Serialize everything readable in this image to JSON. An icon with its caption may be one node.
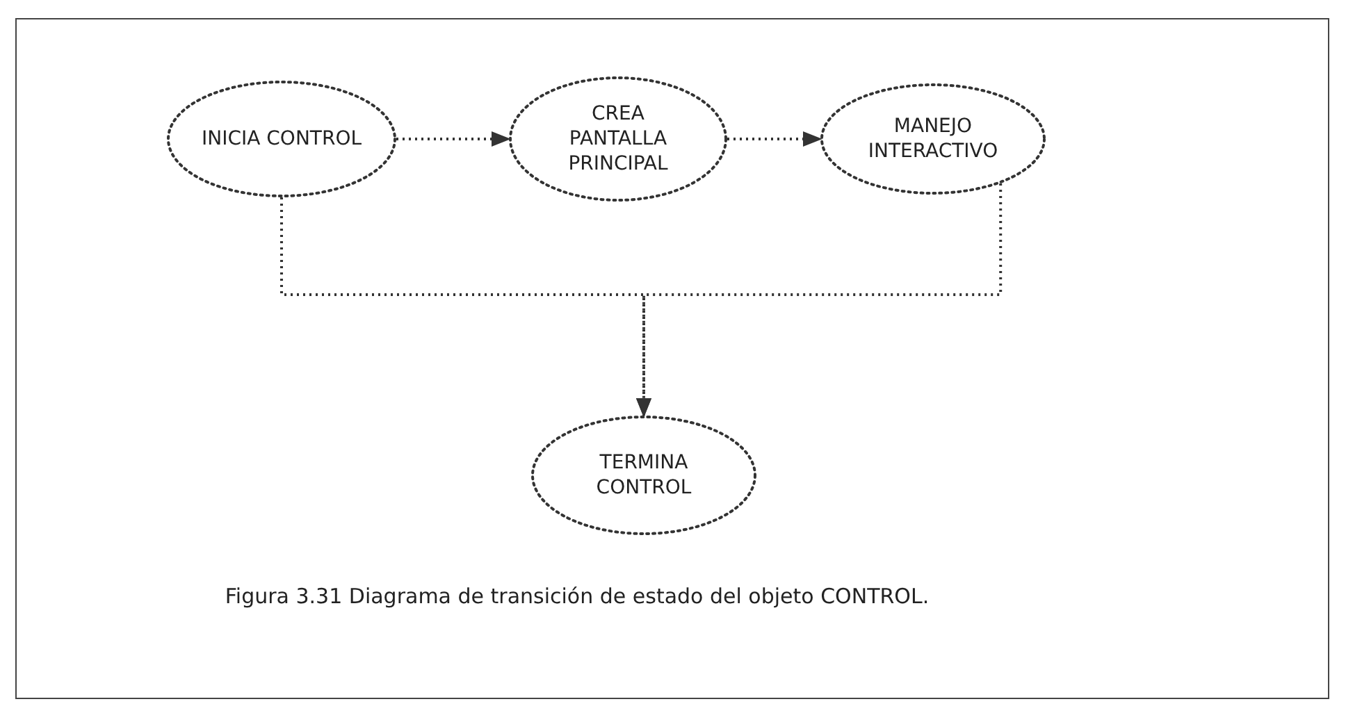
{
  "diagram": {
    "caption": "Figura 3.31 Diagrama de transición de estado del objeto CONTROL.",
    "nodes": [
      {
        "text": [
          "INICIA CONTROL"
        ]
      },
      {
        "text": [
          "CREA PANTALLA PRINCIPAL"
        ]
      },
      {
        "text": [
          "MANEJO INTERACTIVO"
        ]
      },
      {
        "text": [
          "TERMINA CONTROL"
        ]
      }
    ],
    "edges": [
      {
        "from": 0,
        "to": 1,
        "arrow": "to",
        "style": "dashed"
      },
      {
        "from": 1,
        "to": 2,
        "arrow": "to",
        "style": "dashed"
      },
      {
        "from": 0,
        "to": 3,
        "arrow": "to",
        "style": "dashed"
      },
      {
        "from": 2,
        "to": 3,
        "arrow": "to",
        "style": "dashed"
      }
    ]
  }
}
